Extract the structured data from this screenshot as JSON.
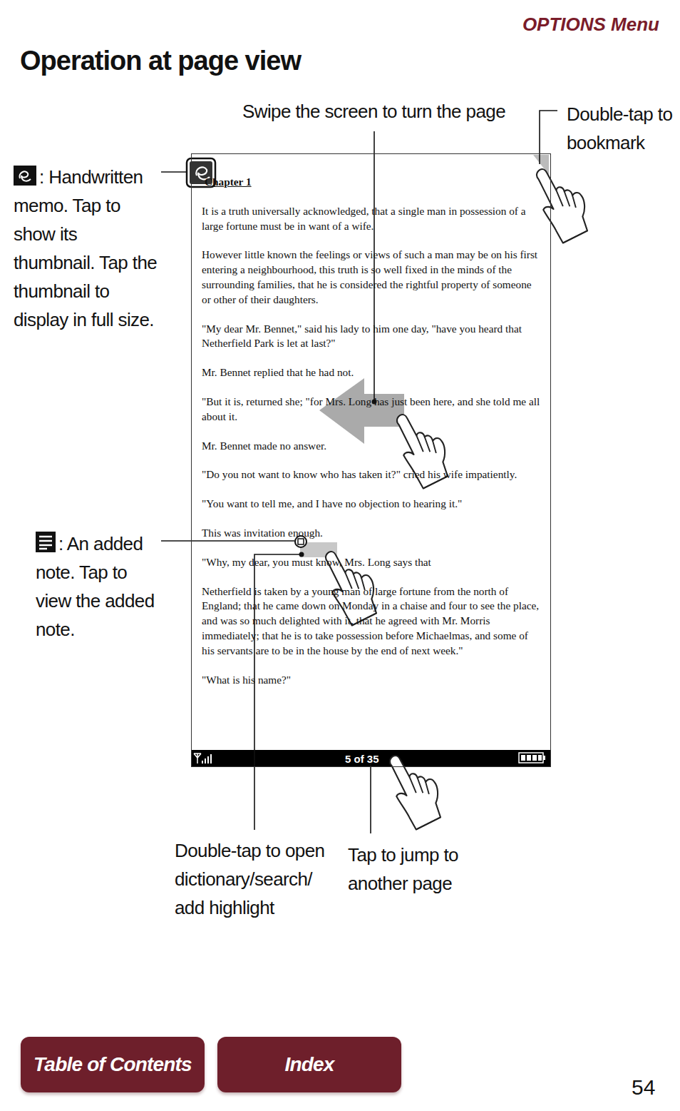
{
  "diagram": {
    "title": "Operation at page view",
    "nodes": [
      {
        "text": [
          "Chapter 1",
          "It is a truth universally acknowledged, that a single man in possession of a large fortune must be in want of a wife.",
          "However little known the feelings or views of such a man may be on his first entering a neighbourhood, this truth is so well fixed in the minds of the surrounding families, that he is considered the rightful property of someone or other of their daughters.",
          "\"My dear Mr. Bennet,\" said his lady to him one day, \"have you heard that Netherfield Park is let at last?\"",
          "Mr. Bennet replied that he had not.",
          "\"But it is, returned she; \"for Mrs. Long has just been here, and she told me all about it.",
          "Mr. Bennet made no answer.",
          "\"Do you not want to know who has taken it?\" cried his wife impatiently.",
          "\"You want to tell me, and I have no objection to hearing it.\"",
          "This was invitation enough.",
          "\"Why, my dear, you must know, Mrs. Long says that",
          "Netherfield is taken by a young man of large fortune from the north of England; that he came down on Monday in a chaise and four to see the place, and was so much delighted with it, that he agreed with Mr. Morris immediately; that he is to take possession before Michaelmas, and some of his servants are to be in the house by the end of next week.\"",
          "\"What is his name?\""
        ]
      },
      {
        "text": [
          "5 of 35"
        ],
        "in": 0
      },
      {
        "text": [
          "Table of Contents"
        ]
      },
      {
        "text": [
          "Index"
        ]
      }
    ],
    "labels": [
      "OPTIONS Menu",
      "Swipe the screen to turn the page",
      "Double-tap to bookmark",
      ": Handwritten memo. Tap to show its thumbnail. Tap the thumbnail to display in full size.",
      ": An added note. Tap to view the added note.",
      "Double-tap to open dictionary/search/ add highlight",
      "Tap to jump to another page",
      "54"
    ]
  }
}
